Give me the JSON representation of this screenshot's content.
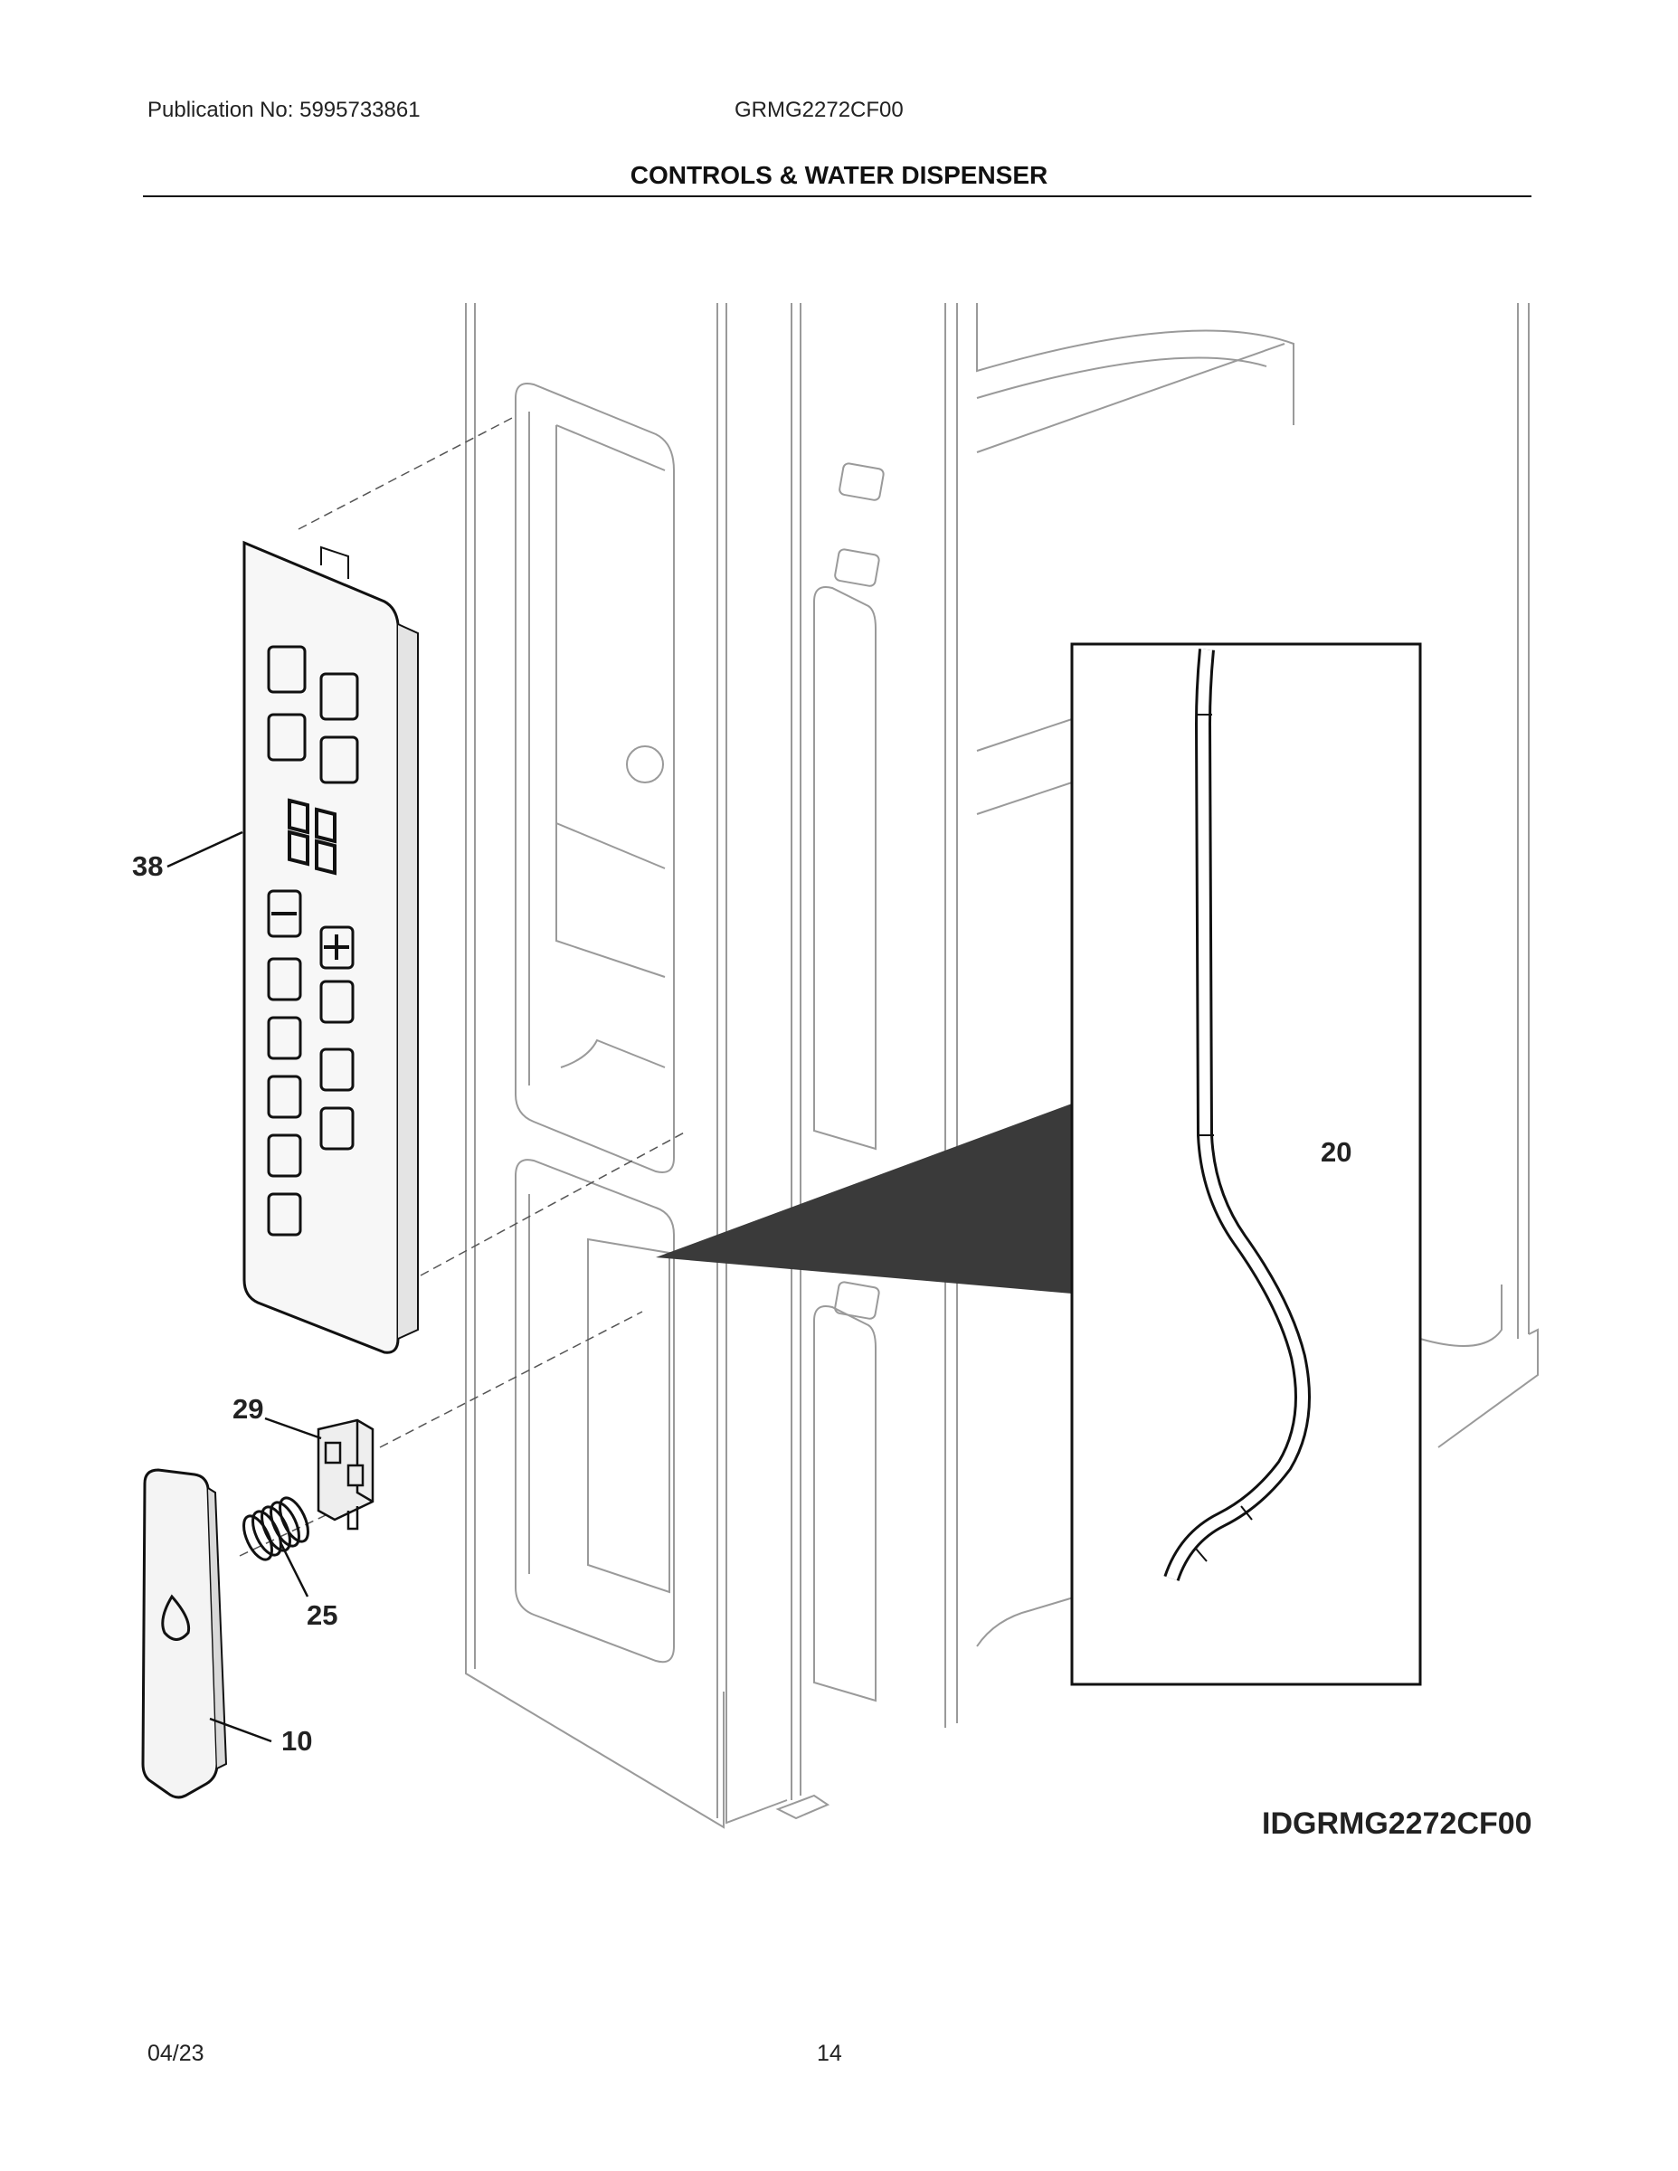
{
  "header": {
    "publication": "Publication No: 5995733861",
    "model": "GRMG2272CF00",
    "section_title": "CONTROLS & WATER DISPENSER"
  },
  "callouts": [
    {
      "number": "38",
      "part": "control panel"
    },
    {
      "number": "29",
      "part": "switch"
    },
    {
      "number": "25",
      "part": "spring"
    },
    {
      "number": "10",
      "part": "dispenser paddle"
    },
    {
      "number": "20",
      "part": "tube"
    }
  ],
  "illustration_id": "IDGRMG2272CF00",
  "footer": {
    "date": "04/23",
    "page": "14"
  },
  "icons": [
    "control-panel-icon",
    "switch-icon",
    "spring-icon",
    "paddle-icon",
    "tube-icon",
    "refrigerator-door-icon"
  ]
}
